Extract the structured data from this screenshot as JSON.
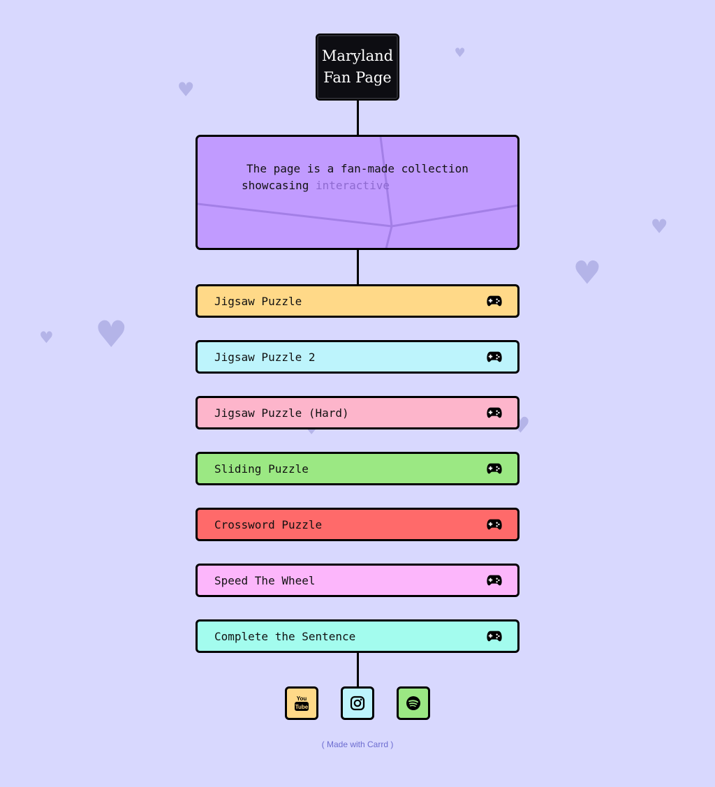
{
  "header": {
    "title_line1": "Maryland",
    "title_line2": "Fan Page"
  },
  "intro": {
    "line1": "The page is a fan-made collection",
    "line2_prefix": "showcasing ",
    "line2_faded": "interactive"
  },
  "games": [
    {
      "label": "Jigsaw Puzzle",
      "color": "#ffd988",
      "icon": "gamepad-icon"
    },
    {
      "label": "Jigsaw Puzzle 2",
      "color": "#bdf4fc",
      "icon": "gamepad-icon"
    },
    {
      "label": "Jigsaw Puzzle (Hard)",
      "color": "#fdb5cb",
      "icon": "gamepad-icon"
    },
    {
      "label": "Sliding Puzzle",
      "color": "#9be883",
      "icon": "gamepad-icon"
    },
    {
      "label": "Crossword Puzzle",
      "color": "#ff6a6a",
      "icon": "gamepad-icon"
    },
    {
      "label": "Speed The Wheel",
      "color": "#fcb6fb",
      "icon": "gamepad-icon"
    },
    {
      "label": "Complete the Sentence",
      "color": "#a3fcee",
      "icon": "gamepad-icon"
    }
  ],
  "social": [
    {
      "name": "youtube",
      "icon": "youtube-icon",
      "color": "#ffd988",
      "text": "You Tube"
    },
    {
      "name": "instagram",
      "icon": "instagram-icon",
      "color": "#bdf4fc"
    },
    {
      "name": "spotify",
      "icon": "spotify-icon",
      "color": "#9be883"
    }
  ],
  "footer": {
    "text": "( Made with Carrd )"
  },
  "colors": {
    "background": "#d8d8fe",
    "heart": "#b4b4e8",
    "intro": "#c19bff"
  }
}
